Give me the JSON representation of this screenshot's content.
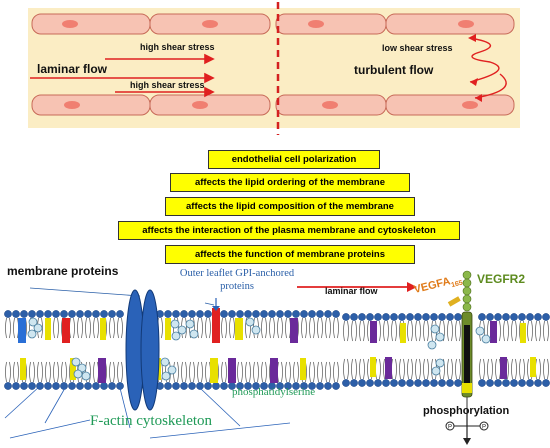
{
  "flow_panel": {
    "left_top_label": "high shear stress",
    "left_mid_label": "laminar flow",
    "left_bottom_label": "high shear stress",
    "right_top_label": "low shear stress",
    "right_mid_label": "turbulent flow"
  },
  "effects": [
    "endothelial cell polarization",
    "affects the lipid ordering of the membrane",
    "affects the lipid composition of the membrane",
    "affects the interaction of the plasma membrane and cytoskeleton",
    "affects the function of membrane proteins"
  ],
  "membrane_left": {
    "title": "membrane proteins",
    "gpi_label": "Outer leaflet GPI-anchored proteins",
    "lipid_label": "phosphatidylserine",
    "cytoskeleton_label": "F-actin cytoskeleton"
  },
  "membrane_right": {
    "flow_label": "laminar flow",
    "ligand_label": "VEGFA",
    "ligand_subscript": "165",
    "receptor_label": "VEGFR2",
    "event_label": "phosphorylation"
  },
  "colors": {
    "background_band": "#fbedc4",
    "cell": "#f7c3b3",
    "nucleus": "#f07f71",
    "flow_arrow": "#e02020",
    "divider": "#d42020",
    "down_arrow": "#3a74c2",
    "effect_box": "#ffff00",
    "headgroup": "#2d5fa8",
    "gpi_text": "#2a5fa8",
    "lipid_text": "#1f9a57",
    "vegfa_text": "#e07b1a",
    "vegfr2_text": "#5d8b1f",
    "receptor": "#6d8b2a"
  }
}
